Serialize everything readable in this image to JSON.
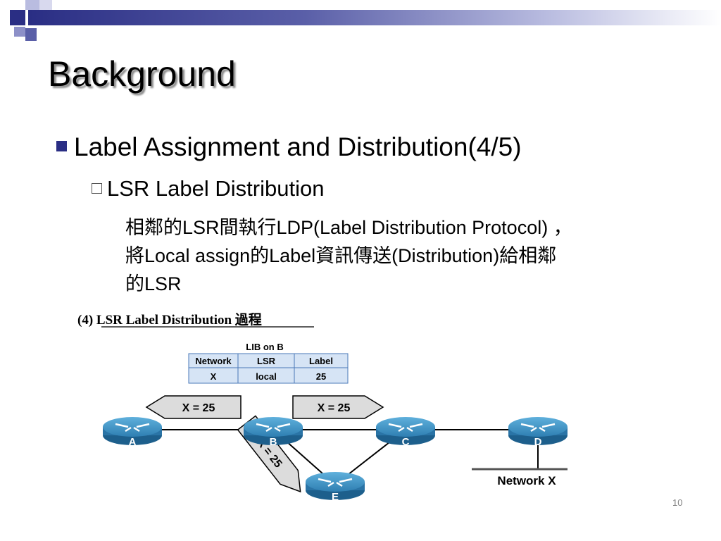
{
  "slide": {
    "title": "Background",
    "bullet1": "Label Assignment and Distribution(4/5)",
    "bullet2": "LSR Label Distribution",
    "paragraph_lines": [
      "相鄰的LSR間執行LDP(Label Distribution Protocol) ，",
      "將Local assign的Label資訊傳送(Distribution)給相鄰",
      "的LSR"
    ],
    "slide_number": "10"
  },
  "colors": {
    "accent": "#2a2e84",
    "router": "#2f7fb2",
    "message_fill": "#dcdcdc"
  },
  "diagram": {
    "heading": "(4) LSR Label Distribution 過程",
    "lib_title": "LIB on B",
    "lib_headers": [
      "Network",
      "LSR",
      "Label"
    ],
    "lib_row": [
      "X",
      "local",
      "25"
    ],
    "routers": [
      "A",
      "B",
      "C",
      "D",
      "E"
    ],
    "messages": {
      "to_a": "X = 25",
      "to_c": "X = 25",
      "to_e": "X = 25"
    },
    "network_label": "Network X"
  }
}
